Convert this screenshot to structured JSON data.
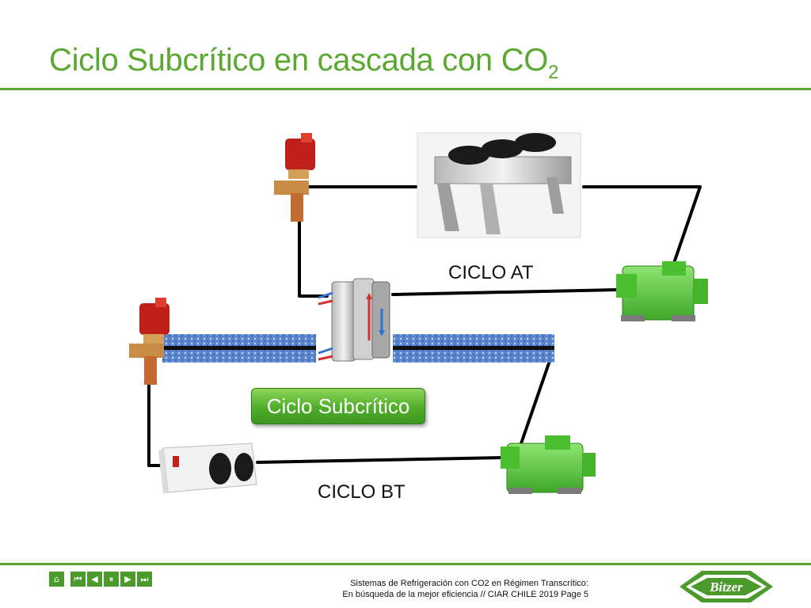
{
  "slide": {
    "title_main": "Ciclo Subcrítico en cascada con CO",
    "title_sub": "2"
  },
  "diagram": {
    "label_at": "CICLO AT",
    "label_bt": "CICLO BT",
    "badge": "Ciclo Subcrítico",
    "colors": {
      "accent": "#5aa832",
      "badge": "#4fae2a",
      "compressor": "#5ccc3c",
      "valve": "#c0201a",
      "pipe_insulation": "#4a78c8"
    }
  },
  "footer": {
    "line1": "Sistemas de Refrigeración con CO2 en Régimen Transcrítico:",
    "line2": "En búsqueda de la mejor eficiencia //  CIAR CHILE 2019  Page 5",
    "logo_text": "Bitzer",
    "nav": {
      "home": "⌂",
      "first": "⏮",
      "prev": "◀",
      "pause": "⏸",
      "next": "▶",
      "last": "⏭"
    }
  }
}
